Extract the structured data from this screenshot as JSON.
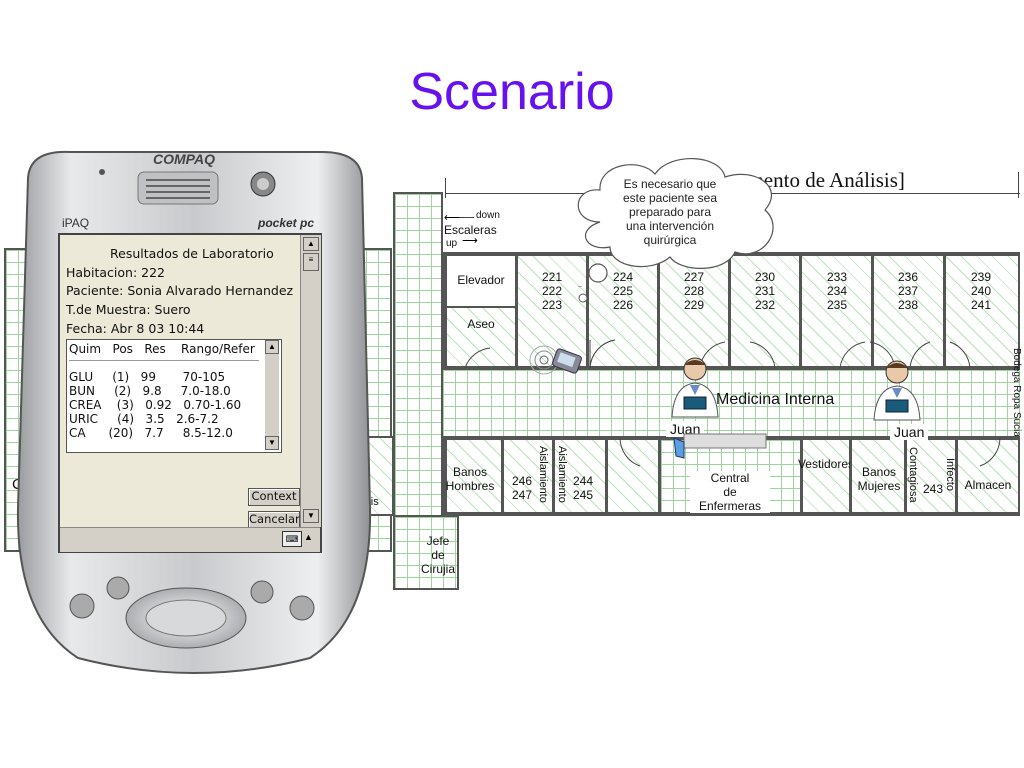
{
  "slide": {
    "title": "Scenario"
  },
  "floorplan": {
    "header_label": "[Departamento de Análisis]",
    "stairs": {
      "label": "Escaleras",
      "down": "down",
      "up": "up"
    },
    "elevador": "Elevador",
    "aseo": "Aseo",
    "rooms_top": [
      "221\n222\n223",
      "224\n225\n226",
      "227\n228\n229",
      "230\n231\n232",
      "233\n234\n235",
      "236\n237\n238",
      "239\n240\n241"
    ],
    "corridor_label": "Medicina Interna",
    "banos_hombres": "Banos\nHombres",
    "aislamiento": "Aislamiento",
    "rooms_246_247": "246\n247",
    "rooms_244_245": "244\n245",
    "central_enfermeras": "Central\nde\nEnfermeras",
    "vestidores": "Vestidores",
    "banos_mujeres": "Banos\nMujeres",
    "contagiosa": "Contagiosa",
    "infecto": "Infecto",
    "room_243": "243",
    "almacen": "Almacen",
    "jefe_cirujia": "Jefe\nde\nCirujia",
    "left_partial": "C",
    "left_partial_2": "sis",
    "right_edge_label": "Bodega Ropa Sucia"
  },
  "cloud": {
    "text": "Es necesario que\neste paciente sea\npreparado para\nuna intervención\nquirúrgica"
  },
  "doctors": [
    {
      "name": "Juan"
    },
    {
      "name": "Juan"
    }
  ],
  "pda": {
    "brand": "COMPAQ",
    "model": "iPAQ",
    "os_label": "pocket pc",
    "screen": {
      "title": "Resultados de Laboratorio",
      "habitacion": "Habitacion: 222",
      "paciente": "Paciente: Sonia Alvarado Hernandez",
      "muestra": "T.de Muestra: Suero",
      "fecha": "Fecha: Abr 8 03 10:44",
      "table_header": "Quim   Pos   Res    Rango/Refer",
      "rows": [
        "GLU     (1)   99       70-105",
        "BUN     (2)   9.8     7.0-18.0",
        "CREA    (3)   0.92   0.70-1.60",
        "URIC     (4)   3.5   2.6-7.2",
        "CA      (20)   7.7     8.5-12.0"
      ],
      "context_button": "Context",
      "cancel_button": "Cancelar"
    }
  },
  "colors": {
    "title": "#6611ee",
    "grid": "#9fd49f",
    "pda_body": "#c8c9cc"
  }
}
